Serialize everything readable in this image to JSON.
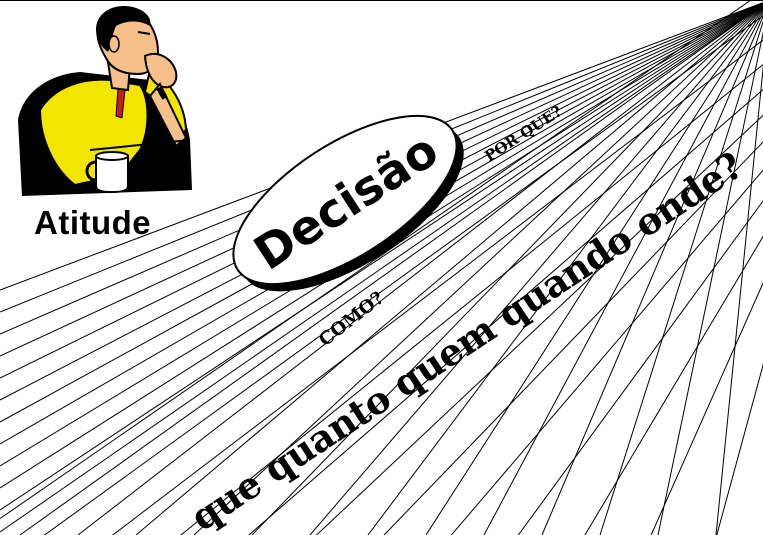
{
  "slide": {
    "label_atitude": "Atitude",
    "label_decisao": "Decisão",
    "label_por_que": "POR QUE?",
    "label_como": "COMO?",
    "label_questions": "que quanto quem quando onde?"
  },
  "icons": {
    "illustration": "thinking-man-icon"
  },
  "colors": {
    "ink": "#000000",
    "shirt": "#f2e600",
    "skin": "#f5c08a",
    "background": "#ffffff"
  }
}
